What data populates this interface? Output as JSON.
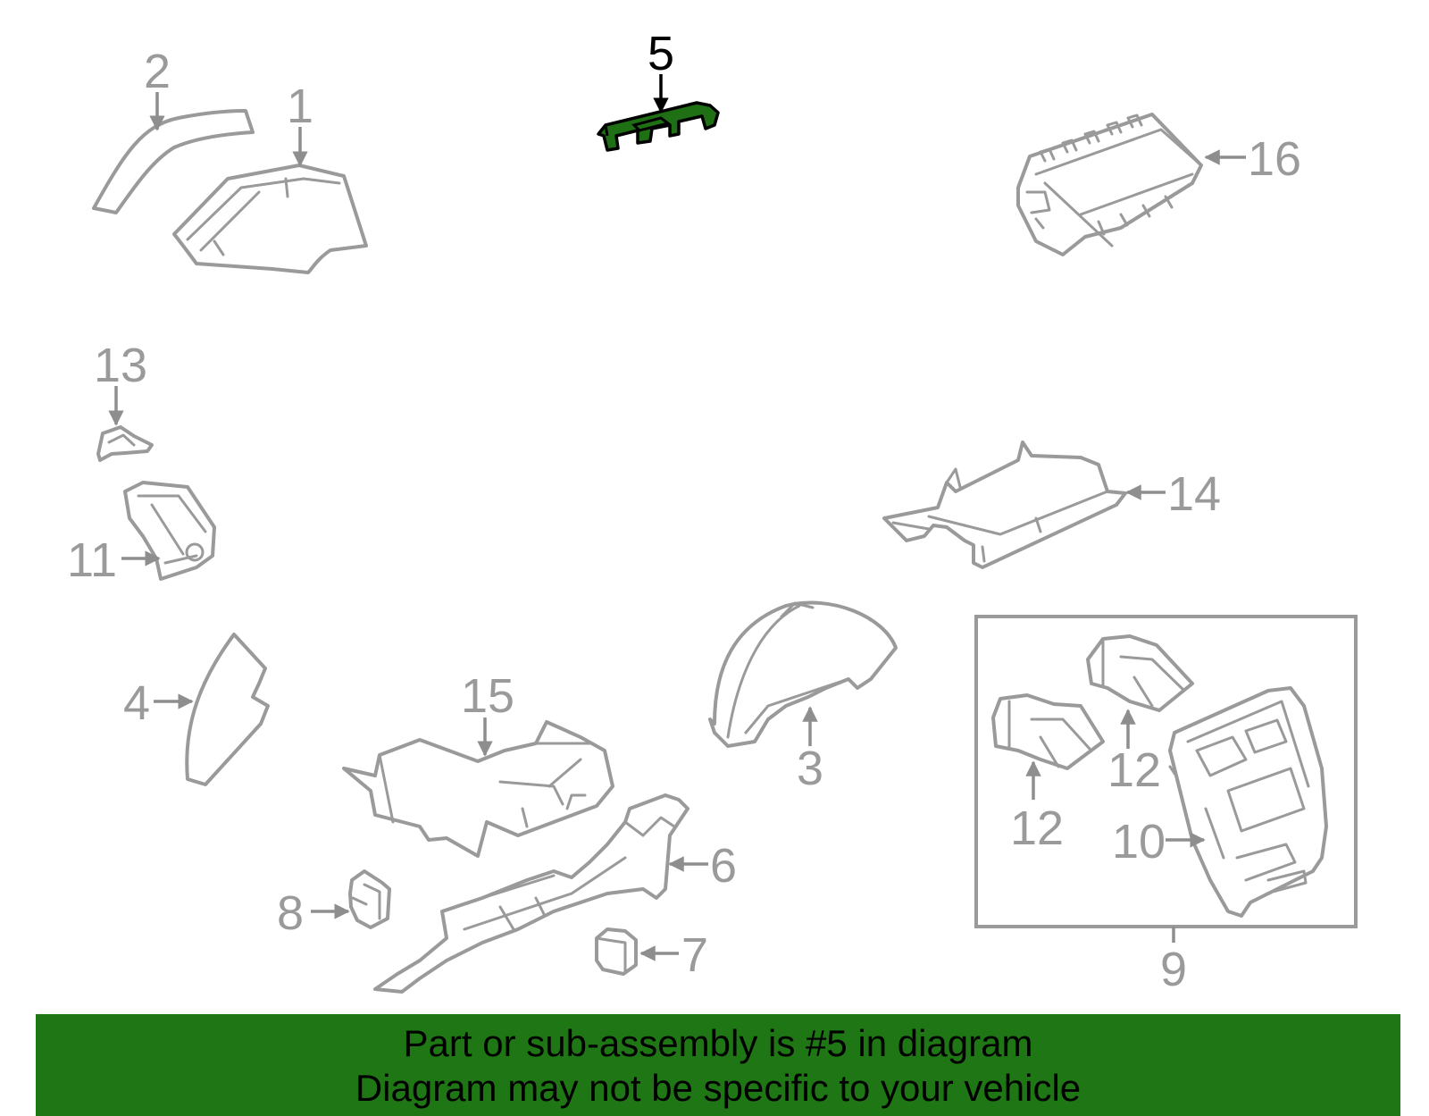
{
  "diagram": {
    "highlight_color": "#1f6f14",
    "outline_color": "#9a9a9a",
    "callouts": [
      {
        "id": "1",
        "label": "1"
      },
      {
        "id": "2",
        "label": "2"
      },
      {
        "id": "3",
        "label": "3"
      },
      {
        "id": "4",
        "label": "4"
      },
      {
        "id": "5",
        "label": "5",
        "highlighted": true
      },
      {
        "id": "6",
        "label": "6"
      },
      {
        "id": "7",
        "label": "7"
      },
      {
        "id": "8",
        "label": "8"
      },
      {
        "id": "9",
        "label": "9"
      },
      {
        "id": "10",
        "label": "10"
      },
      {
        "id": "11",
        "label": "11"
      },
      {
        "id": "12a",
        "label": "12"
      },
      {
        "id": "12b",
        "label": "12"
      },
      {
        "id": "13",
        "label": "13"
      },
      {
        "id": "14",
        "label": "14"
      },
      {
        "id": "15",
        "label": "15"
      },
      {
        "id": "16",
        "label": "16"
      }
    ]
  },
  "banner": {
    "line1": "Part or sub-assembly is #5 in diagram",
    "line2": "Diagram may not be specific to your vehicle",
    "background_color": "#1f7614"
  }
}
